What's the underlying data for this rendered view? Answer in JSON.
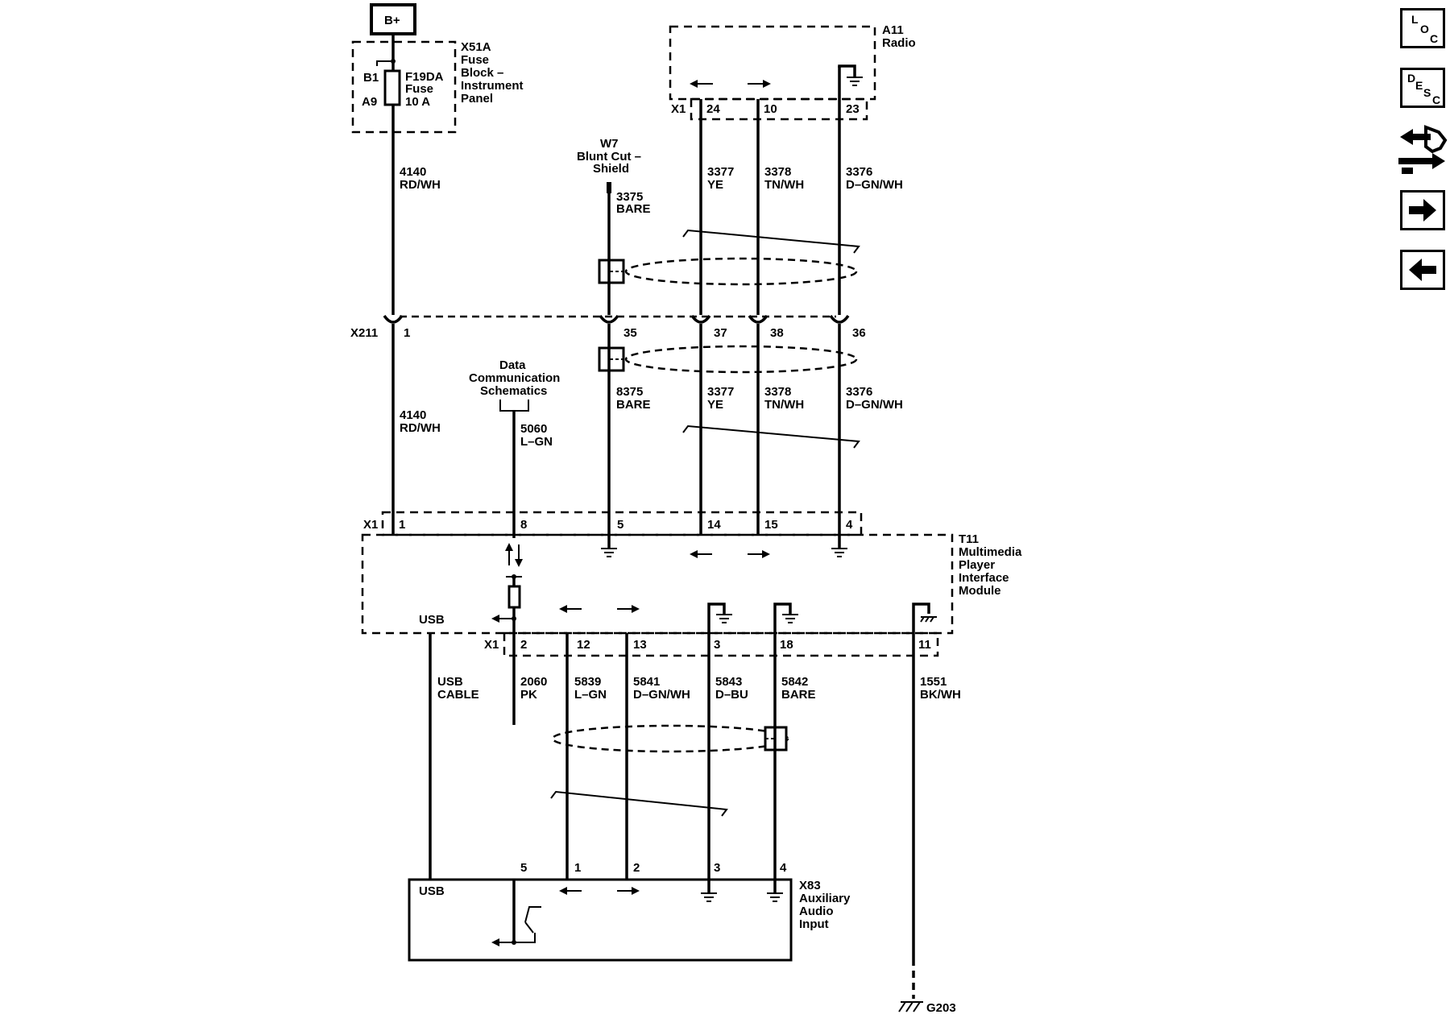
{
  "power": {
    "bplus": "B+"
  },
  "fuse_block": {
    "name": "X51A",
    "line1": "Fuse",
    "line2": "Block –",
    "line3": "Instrument",
    "line4": "Panel",
    "pin_top": "B1",
    "pin_bottom": "A9",
    "fuse": "F19DA",
    "fuse_word": "Fuse",
    "rating": "10 A"
  },
  "radio": {
    "name": "A11",
    "desc": "Radio",
    "connector": "X1",
    "pins": [
      "24",
      "10",
      "23"
    ]
  },
  "shield": {
    "name": "W7",
    "line1": "Blunt Cut –",
    "line2": "Shield"
  },
  "wires_upper": [
    {
      "circuit": "3375",
      "color": "BARE"
    },
    {
      "circuit": "3377",
      "color": "YE"
    },
    {
      "circuit": "3378",
      "color": "TN/WH"
    },
    {
      "circuit": "3376",
      "color": "D–GN/WH"
    }
  ],
  "power_wire": {
    "circuit": "4140",
    "color": "RD/WH"
  },
  "inline_connector": {
    "name": "X211",
    "pins": [
      "1",
      "35",
      "37",
      "38",
      "36"
    ]
  },
  "data_comm": {
    "line1": "Data",
    "line2": "Communication",
    "line3": "Schematics"
  },
  "wires_mid": [
    {
      "circuit": "8375",
      "color": "BARE"
    },
    {
      "circuit": "3377",
      "color": "YE"
    },
    {
      "circuit": "3378",
      "color": "TN/WH"
    },
    {
      "circuit": "3376",
      "color": "D–GN/WH"
    }
  ],
  "data_wire": {
    "circuit": "5060",
    "color": "L–GN"
  },
  "module": {
    "name": "T11",
    "line1": "Multimedia",
    "line2": "Player",
    "line3": "Interface",
    "line4": "Module",
    "connector": "X1",
    "top_pins": [
      "1",
      "8",
      "5",
      "14",
      "15",
      "4"
    ],
    "bottom_pins": [
      "2",
      "12",
      "13",
      "3",
      "18",
      "11"
    ],
    "usb": "USB"
  },
  "wires_lower": [
    {
      "circuit": "USB",
      "color": "CABLE"
    },
    {
      "circuit": "2060",
      "color": "PK"
    },
    {
      "circuit": "5839",
      "color": "L–GN"
    },
    {
      "circuit": "5841",
      "color": "D–GN/WH"
    },
    {
      "circuit": "5843",
      "color": "D–BU"
    },
    {
      "circuit": "5842",
      "color": "BARE"
    },
    {
      "circuit": "1551",
      "color": "BK/WH"
    }
  ],
  "aux": {
    "name": "X83",
    "line1": "Auxiliary",
    "line2": "Audio",
    "line3": "Input",
    "usb": "USB",
    "pins": [
      "5",
      "1",
      "2",
      "3",
      "4"
    ]
  },
  "ground": {
    "name": "G203"
  },
  "sidebar": {
    "loc": [
      "L",
      "O",
      "C"
    ],
    "desc": [
      "D",
      "E",
      "S",
      "C"
    ]
  }
}
